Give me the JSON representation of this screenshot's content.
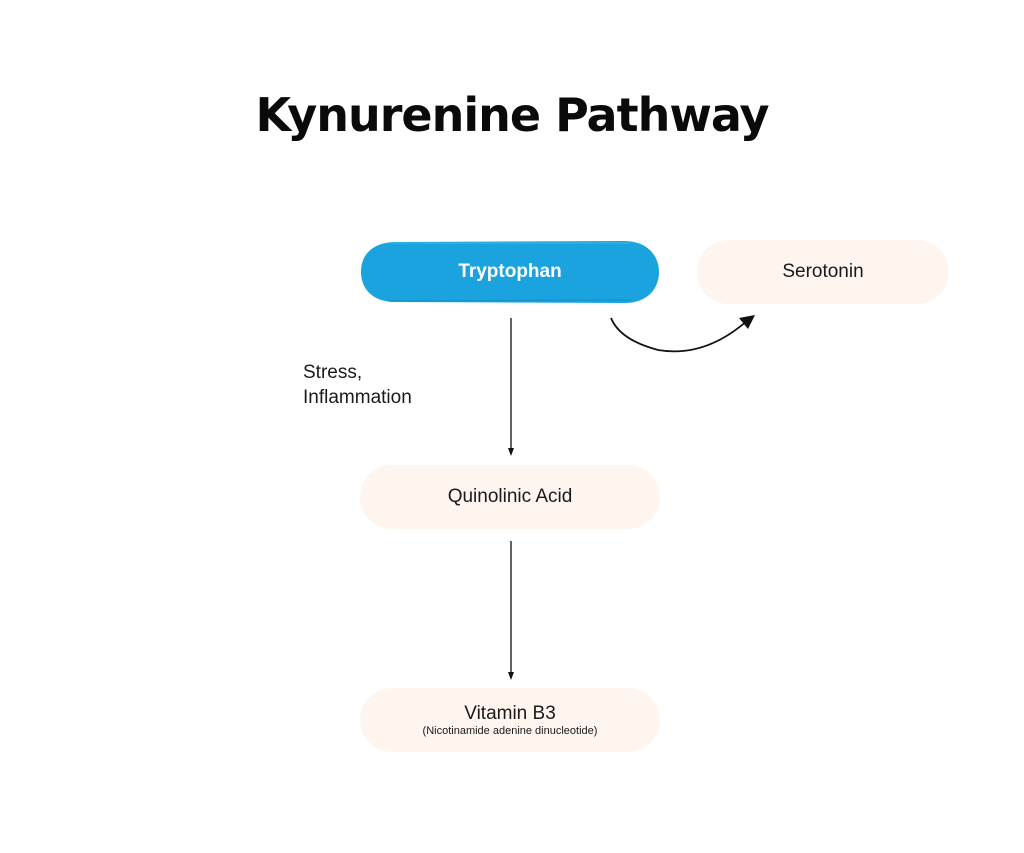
{
  "title": "Kynurenine Pathway",
  "nodes": {
    "tryptophan": "Tryptophan",
    "serotonin": "Serotonin",
    "quinolinic": "Quinolinic Acid",
    "vitamin": {
      "main": "Vitamin B3",
      "sub": "(Nicotinamide adenine dinucleotide)"
    }
  },
  "edge_labels": {
    "stress": "Stress,",
    "inflammation": "Inflammation"
  },
  "colors": {
    "primary_node": "#1aa3df",
    "soft_node": "#fdf5ee",
    "text": "#111111"
  }
}
